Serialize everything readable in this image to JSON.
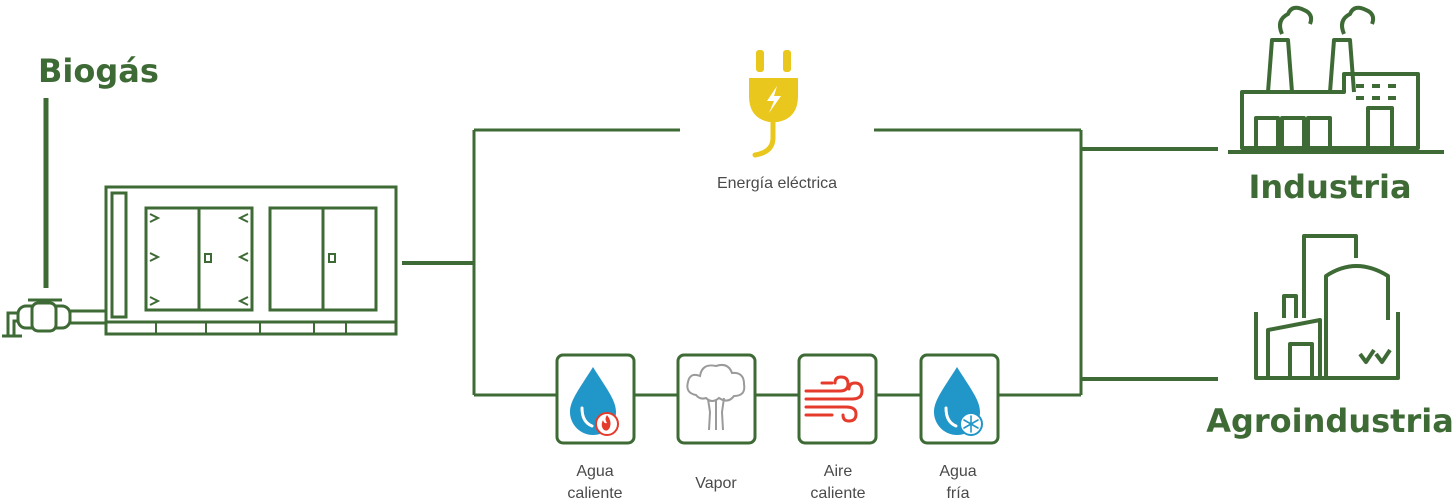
{
  "labels": {
    "biogas": "Biogás",
    "energia": "Energía eléctrica",
    "industria": "Industria",
    "agroindustria": "Agroindustria"
  },
  "outputs": [
    {
      "line1": "Agua",
      "line2": "caliente",
      "icon": "hot-water-drop-icon"
    },
    {
      "line1": "",
      "line2": "Vapor",
      "icon": "steam-cloud-icon"
    },
    {
      "line1": "Aire",
      "line2": "caliente",
      "icon": "hot-air-icon"
    },
    {
      "line1": "Agua",
      "line2": "fría",
      "icon": "cold-water-drop-icon"
    }
  ],
  "colors": {
    "green": "#3e6b35",
    "blue": "#2196c8",
    "red": "#e53b2c",
    "yellow": "#e9c71c",
    "gray": "#9a9a9a"
  }
}
